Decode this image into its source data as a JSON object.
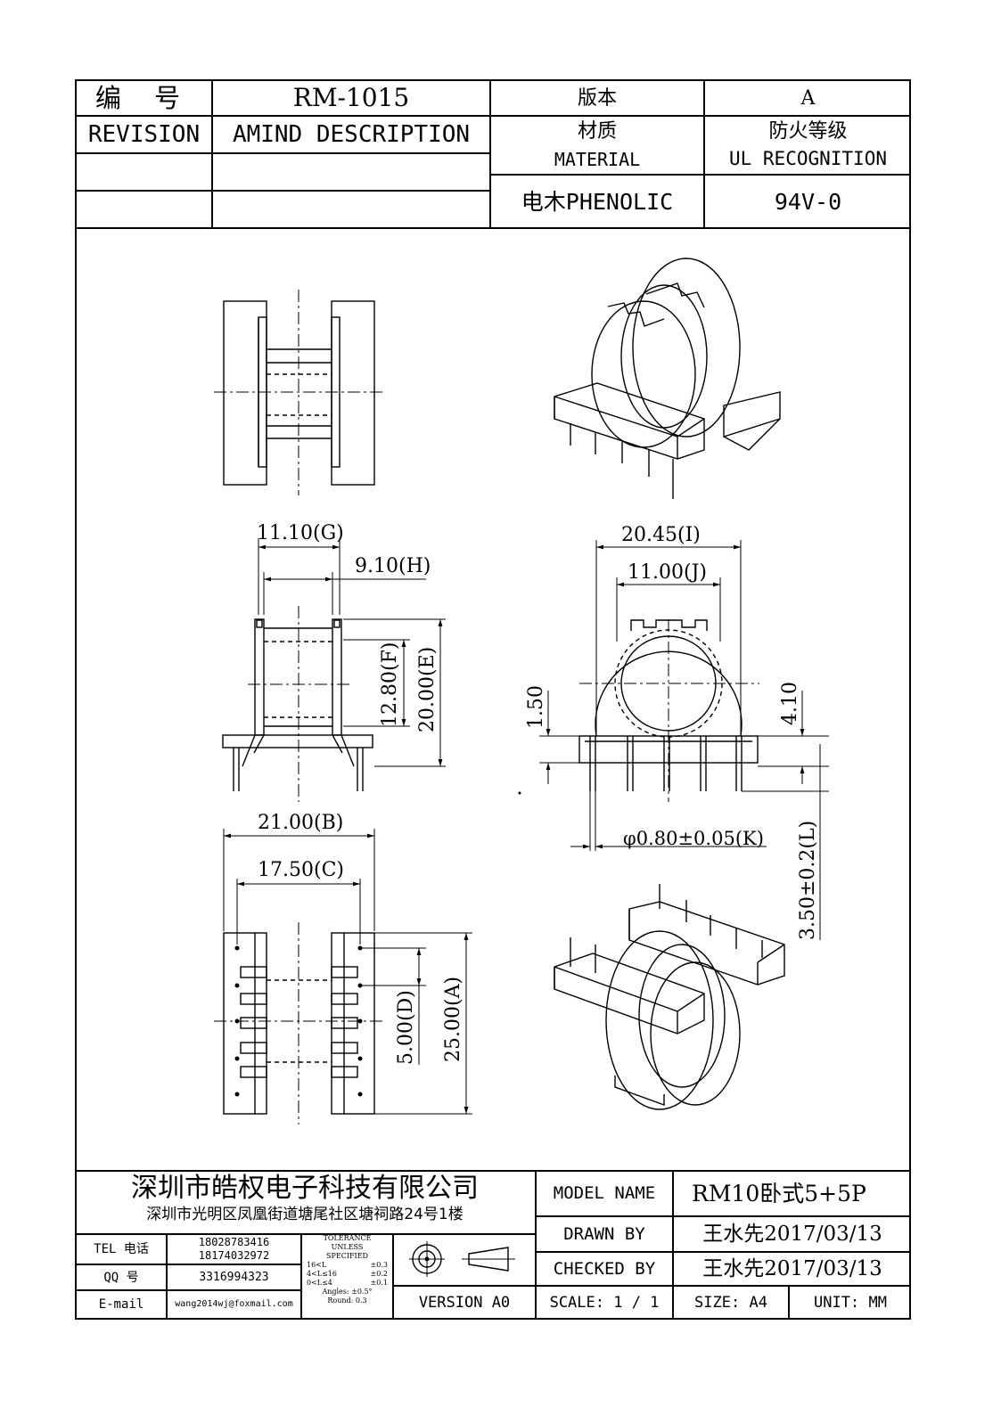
{
  "header": {
    "number_label": "编 号",
    "number_value": "RM-1015",
    "version_label": "版本",
    "version_value": "A",
    "revision_label": "REVISION",
    "amind_label": "AMIND DESCRIPTION",
    "material_label_cn": "材质",
    "material_label_en": "MATERIAL",
    "fire_label_cn": "防火等级",
    "fire_label_en": "UL RECOGNITION",
    "material_value": "电木PHENOLIC",
    "fire_value": "94V-0"
  },
  "dimensions": {
    "g": "11.10(G)",
    "h": "9.10(H)",
    "f": "12.80(F)",
    "e": "20.00(E)",
    "i": "20.45(I)",
    "j": "11.00(J)",
    "d150": "1.50",
    "d410": "4.10",
    "k": "φ0.80±0.05(K)",
    "l": "3.50±0.2(L)",
    "b": "21.00(B)",
    "c": "17.50(C)",
    "d": "5.00(D)",
    "a": "25.00(A)"
  },
  "footer": {
    "company": "深圳市皓权电子科技有限公司",
    "address": "深圳市光明区凤凰街道塘尾社区塘祠路24号1楼",
    "tel_label": "TEL 电话",
    "tel_1": "18028783416",
    "tel_2": "18174032972",
    "qq_label": "QQ  号",
    "qq_value": "3316994323",
    "email_label": "E-mail",
    "email_value": "wang2014wj@foxmail.com",
    "tolerance": {
      "title_1": "TOLERANCE",
      "title_2": "UNLESS",
      "title_3": "SPECIFIED",
      "row1_range": "16<L",
      "row1_tol": "±0.3",
      "row2_range": "4<L≤16",
      "row2_tol": "±0.2",
      "row3_range": "0<L≤4",
      "row3_tol": "±0.1",
      "angles": "Angles: ±0.5°",
      "round": "Round: 0.3"
    },
    "version": "VERSION A0",
    "model_name_label": "MODEL NAME",
    "model_name_value": "RM10卧式5+5P",
    "drawn_by_label": "DRAWN BY",
    "drawn_by_value": "王水先2017/03/13",
    "checked_by_label": "CHECKED BY",
    "checked_by_value": "王水先2017/03/13",
    "scale_label": "SCALE: 1 / 1",
    "size_label": "SIZE: A4",
    "unit_label": "UNIT: MM"
  },
  "icons": {
    "projection_symbol": "first-angle-projection-icon"
  }
}
